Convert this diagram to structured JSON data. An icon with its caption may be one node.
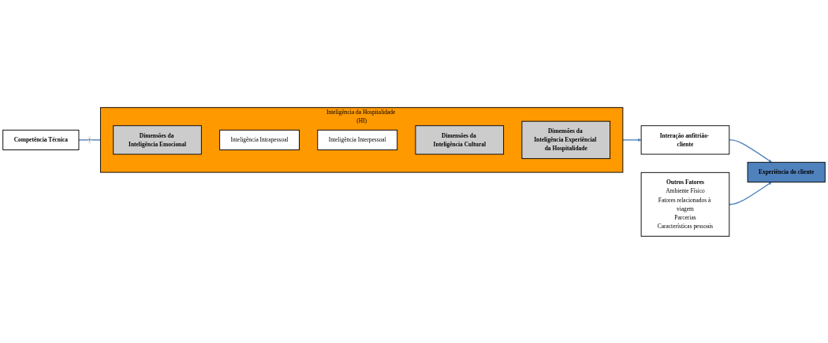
{
  "diagram": {
    "nodes": [
      {
        "text": [
          "Competência Técnica"
        ]
      },
      {
        "text": [
          "Inteligência da Hospitalidade (HI)"
        ]
      },
      {
        "text": [
          "Dimensões da Inteligência Emocional"
        ],
        "in": 1
      },
      {
        "text": [
          "Inteligência Intrapessoal"
        ],
        "in": 1
      },
      {
        "text": [
          "Inteligência Interpessoal"
        ],
        "in": 1
      },
      {
        "text": [
          "Dimensões da Inteligência Cultural"
        ],
        "in": 1
      },
      {
        "text": [
          "Dimensões da Inteligência Experiêncial da Hospitalidade"
        ],
        "in": 1
      },
      {
        "text": [
          "Interação anfitrião- cliente"
        ]
      },
      {
        "text": [
          "Experiência do cliente"
        ]
      },
      {
        "text": [
          "Outros Fatores",
          "Ambiente Físico",
          "Fatores relacionados à viagem",
          "Parcerias",
          "Características pessoais"
        ]
      }
    ],
    "edges": [
      {
        "from": 0,
        "to": 1,
        "arrow": "none",
        "label": "+"
      },
      {
        "from": 1,
        "to": 7,
        "arrow": "to"
      },
      {
        "from": 7,
        "to": 8,
        "arrow": "to"
      },
      {
        "from": 9,
        "to": 8,
        "arrow": "to"
      }
    ]
  }
}
